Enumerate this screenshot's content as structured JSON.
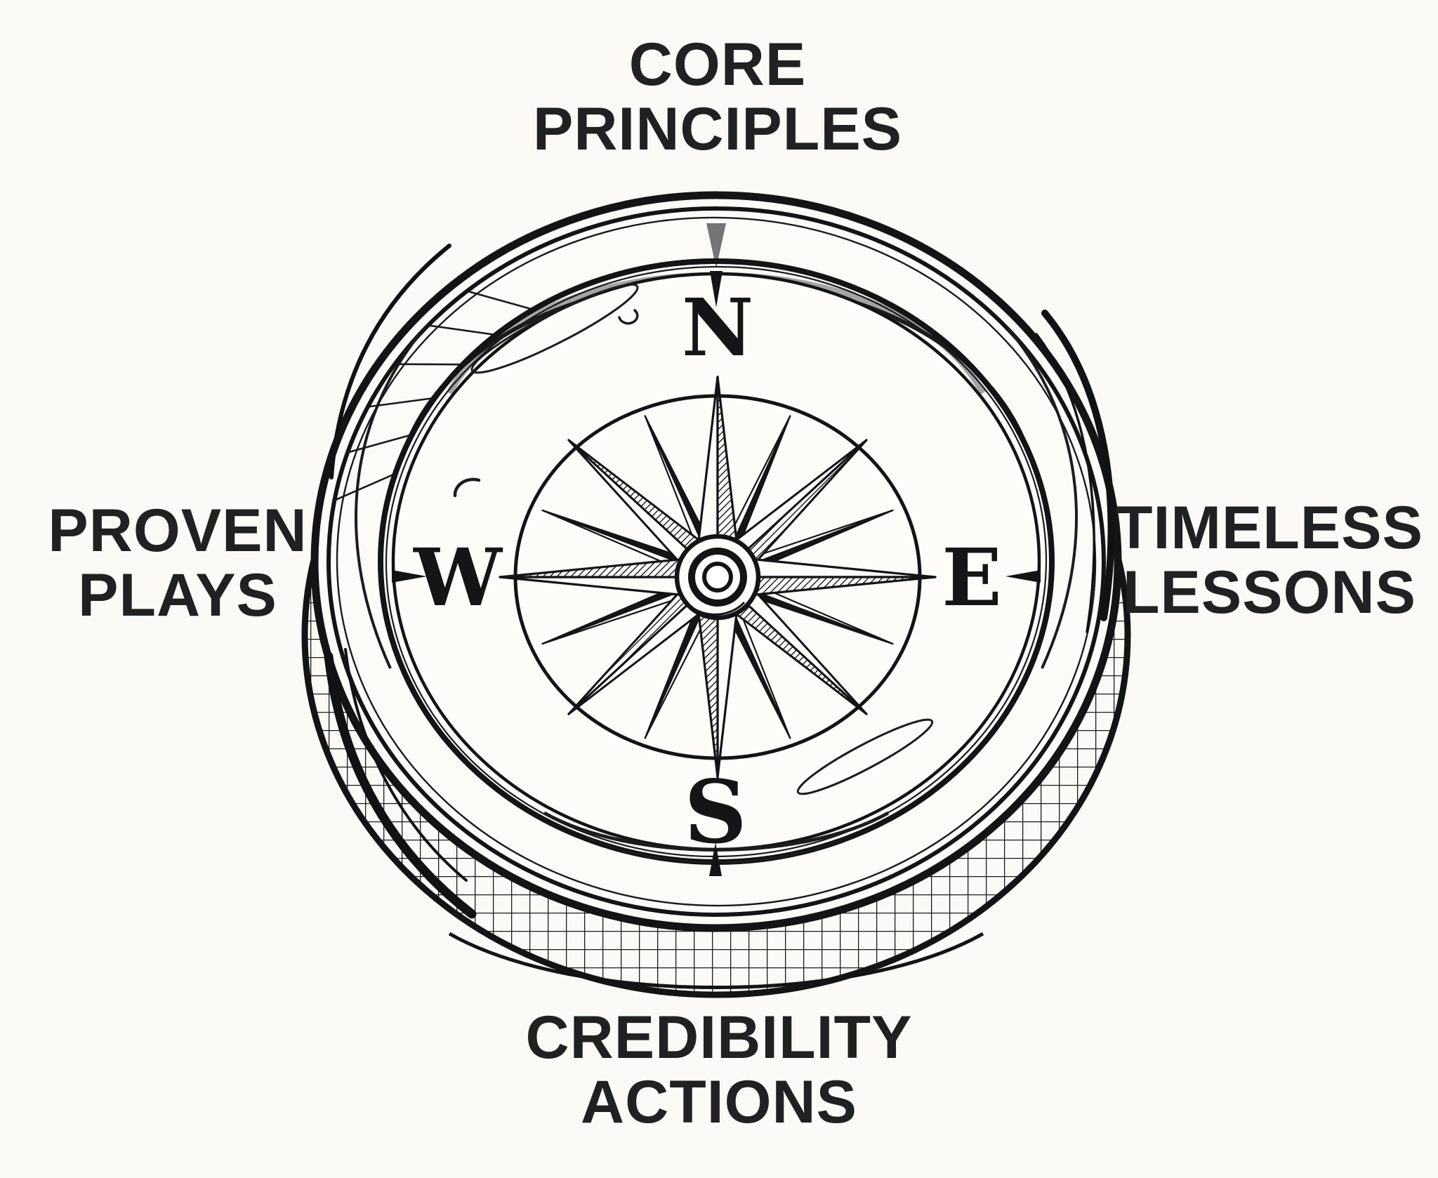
{
  "illustration_title": "compass-diagram",
  "colors": {
    "background": "#fbfaf7",
    "ink": "#171717",
    "glass_sheen": "#8f8f8f"
  },
  "labels": {
    "top": {
      "lines": [
        "CORE",
        "PRINCIPLES"
      ]
    },
    "left": {
      "lines": [
        "PROVEN",
        "PLAYS"
      ]
    },
    "right": {
      "lines": [
        "TIMELESS",
        "LESSONS"
      ]
    },
    "bottom": {
      "lines": [
        "CREDIBILITY",
        "ACTIONS"
      ]
    }
  },
  "compass": {
    "cardinals": {
      "north": "N",
      "east": "E",
      "south": "S",
      "west": "W"
    }
  }
}
